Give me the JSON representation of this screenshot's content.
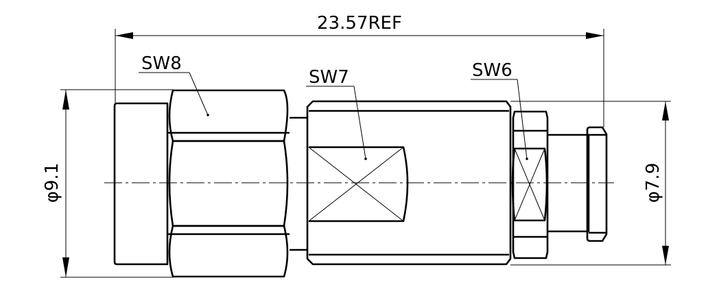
{
  "dimensions": {
    "overall_length": "23.57REF",
    "left_diameter": "φ9.1",
    "right_diameter": "φ7.9"
  },
  "labels": {
    "sw8": "SW8",
    "sw7": "SW7",
    "sw6": "SW6"
  }
}
